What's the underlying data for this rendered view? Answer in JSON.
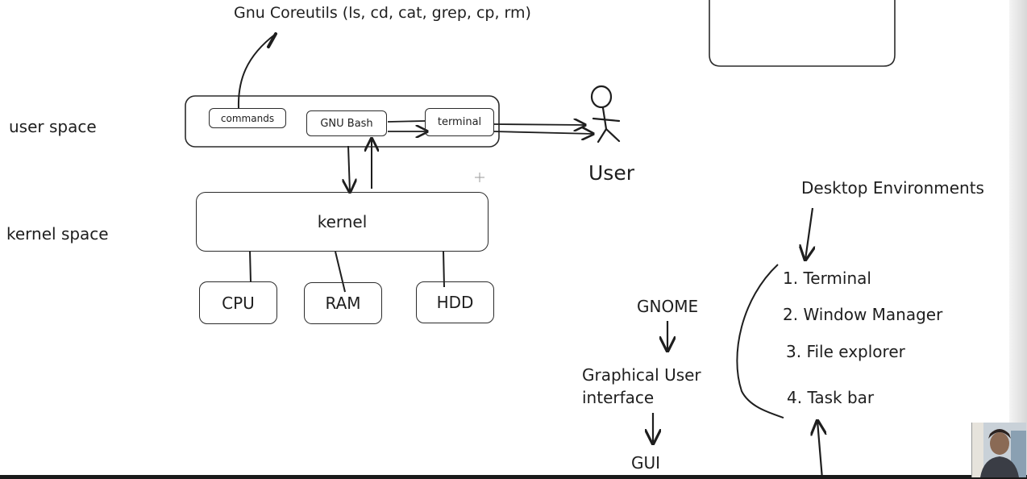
{
  "labels": {
    "coreutils": "Gnu Coreutils  (ls, cd, cat, grep, cp, rm)",
    "user_space": "user space",
    "kernel_space": "kernel space",
    "user": "User",
    "desktop_envs": "Desktop Environments",
    "gnome": "GNOME",
    "gui_line1": "Graphical User",
    "gui_line2": "interface",
    "gui": "GUI"
  },
  "user_space_boxes": {
    "commands": "commands",
    "bash": "GNU Bash",
    "terminal": "terminal"
  },
  "kernel": "kernel",
  "hardware": [
    "CPU",
    "RAM",
    "HDD"
  ],
  "desktop_list": [
    "1. Terminal",
    "2. Window Manager",
    "3. File explorer",
    "4. Task bar"
  ],
  "colors": {
    "ink": "#1e1e1e",
    "background": "#ffffff"
  },
  "icons": {
    "user_figure": "stick-figure-icon",
    "cursor": "crosshair-plus-icon",
    "webcam": "presenter-webcam"
  }
}
